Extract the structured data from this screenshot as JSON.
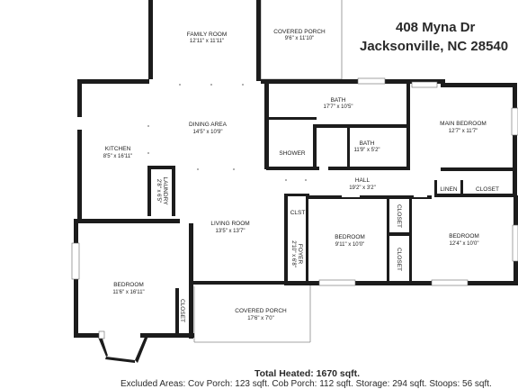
{
  "address": {
    "line1": "408 Myna Dr",
    "line2": "Jacksonville, NC 28540"
  },
  "footer": {
    "total_heated": "Total Heated: 1670 sqft.",
    "excluded": "Excluded Areas: Cov Porch: 123 sqft. Cob Porch: 112 sqft. Storage: 294 sqft. Stoops: 56 sqft."
  },
  "rooms": {
    "family_room": {
      "name": "FAMILY ROOM",
      "dims": "12'11\" x 11'11\""
    },
    "covered_porch_top": {
      "name": "COVERED PORCH",
      "dims": "9'6\" x 11'10\""
    },
    "bath_1": {
      "name": "BATH",
      "dims": "17'7\" x 10'5\""
    },
    "main_bedroom": {
      "name": "MAIN BEDROOM",
      "dims": "12'7\" x 11'7\""
    },
    "dining_area": {
      "name": "DINING AREA",
      "dims": "14'5\" x 10'9\""
    },
    "kitchen": {
      "name": "KITCHEN",
      "dims": "8'5\" x 16'11\""
    },
    "shower": {
      "name": "SHOWER"
    },
    "bath_2": {
      "name": "BATH",
      "dims": "11'9\" x 5'2\""
    },
    "hall": {
      "name": "HALL",
      "dims": "19'2\" x 3'2\""
    },
    "linen": {
      "name": "LINEN"
    },
    "closet_hall": {
      "name": "CLOSET"
    },
    "laundry": {
      "name": "LAUNDRY",
      "dims": "2'8\" x 6'5\""
    },
    "clst": {
      "name": "CLST"
    },
    "living_room": {
      "name": "LIVING ROOM",
      "dims": "13'5\" x 13'7\""
    },
    "foyer": {
      "name": "FOYER",
      "dims": "2'10\" x 6'8\""
    },
    "bedroom_mid": {
      "name": "BEDROOM",
      "dims": "9'11\" x 10'0\""
    },
    "closet_mid_a": {
      "name": "CLOSET"
    },
    "closet_mid_b": {
      "name": "CLOSET"
    },
    "bedroom_right": {
      "name": "BEDROOM",
      "dims": "12'4\" x 10'0\""
    },
    "bedroom_left": {
      "name": "BEDROOM",
      "dims": "11'6\" x 16'11\""
    },
    "closet_left": {
      "name": "CLOSET"
    },
    "covered_porch_bottom": {
      "name": "COVERED PORCH",
      "dims": "17'6\" x 7'0\""
    }
  }
}
